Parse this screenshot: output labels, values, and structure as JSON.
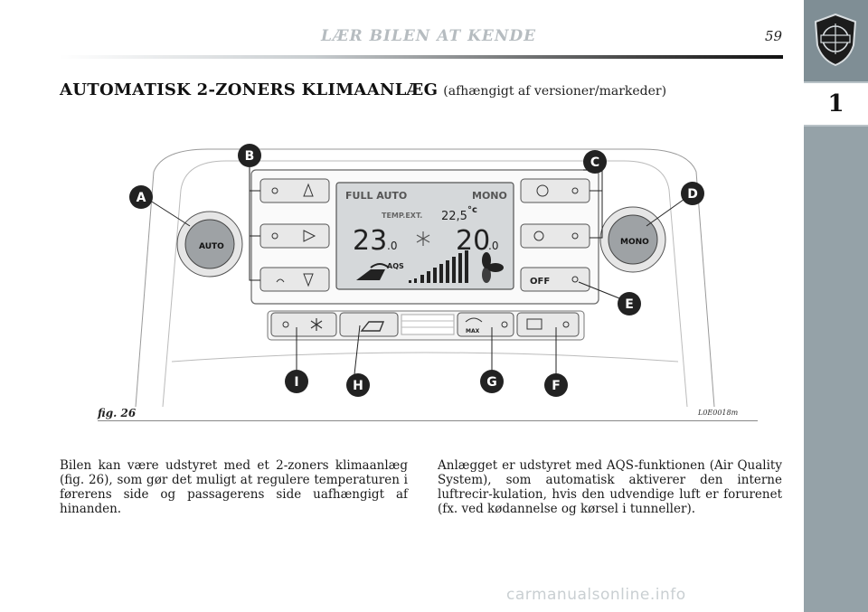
{
  "header": {
    "running_title": "LÆR BILEN AT KENDE",
    "page_number": "59"
  },
  "sidebar": {
    "logo_icon": "lancia-shield-icon",
    "chapter_number": "1"
  },
  "section": {
    "title": "AUTOMATISK 2-ZONERS KLIMAANLÆG",
    "subtitle": "(afhængigt af versioner/markeder)"
  },
  "figure": {
    "label": "fig. 26",
    "code": "L0E0018m",
    "display": {
      "full_auto": "FULL AUTO",
      "mono": "MONO",
      "temp_ext_label": "TEMP.EXT.",
      "temp_ext_value": "22,5",
      "temp_ext_unit": "°c",
      "temp_left": "23",
      "temp_left_decimal": ".0",
      "temp_right": "20",
      "temp_right_decimal": ".0",
      "aqs": "AQS"
    },
    "knobs": {
      "left_label": "AUTO",
      "right_label": "MONO"
    },
    "buttons": {
      "off_label": "OFF",
      "max_label": "MAX"
    },
    "callouts": [
      "A",
      "B",
      "C",
      "D",
      "E",
      "F",
      "G",
      "H",
      "I"
    ]
  },
  "body": {
    "left": "Bilen kan være udstyret med et 2-zoners klimaanlæg (fig. 26), som gør det muligt at regulere temperaturen i førerens side og passagerens side uafhængigt af hinanden.",
    "right": "Anlægget er udstyret med AQS-funktionen (Air Quality System), som automatisk aktiverer den interne luftrecir-kulation, hvis den udvendige luft er forurenet (fx. ved kødannelse og kørsel i tunneller)."
  },
  "watermark": "carmanualsonline.info"
}
